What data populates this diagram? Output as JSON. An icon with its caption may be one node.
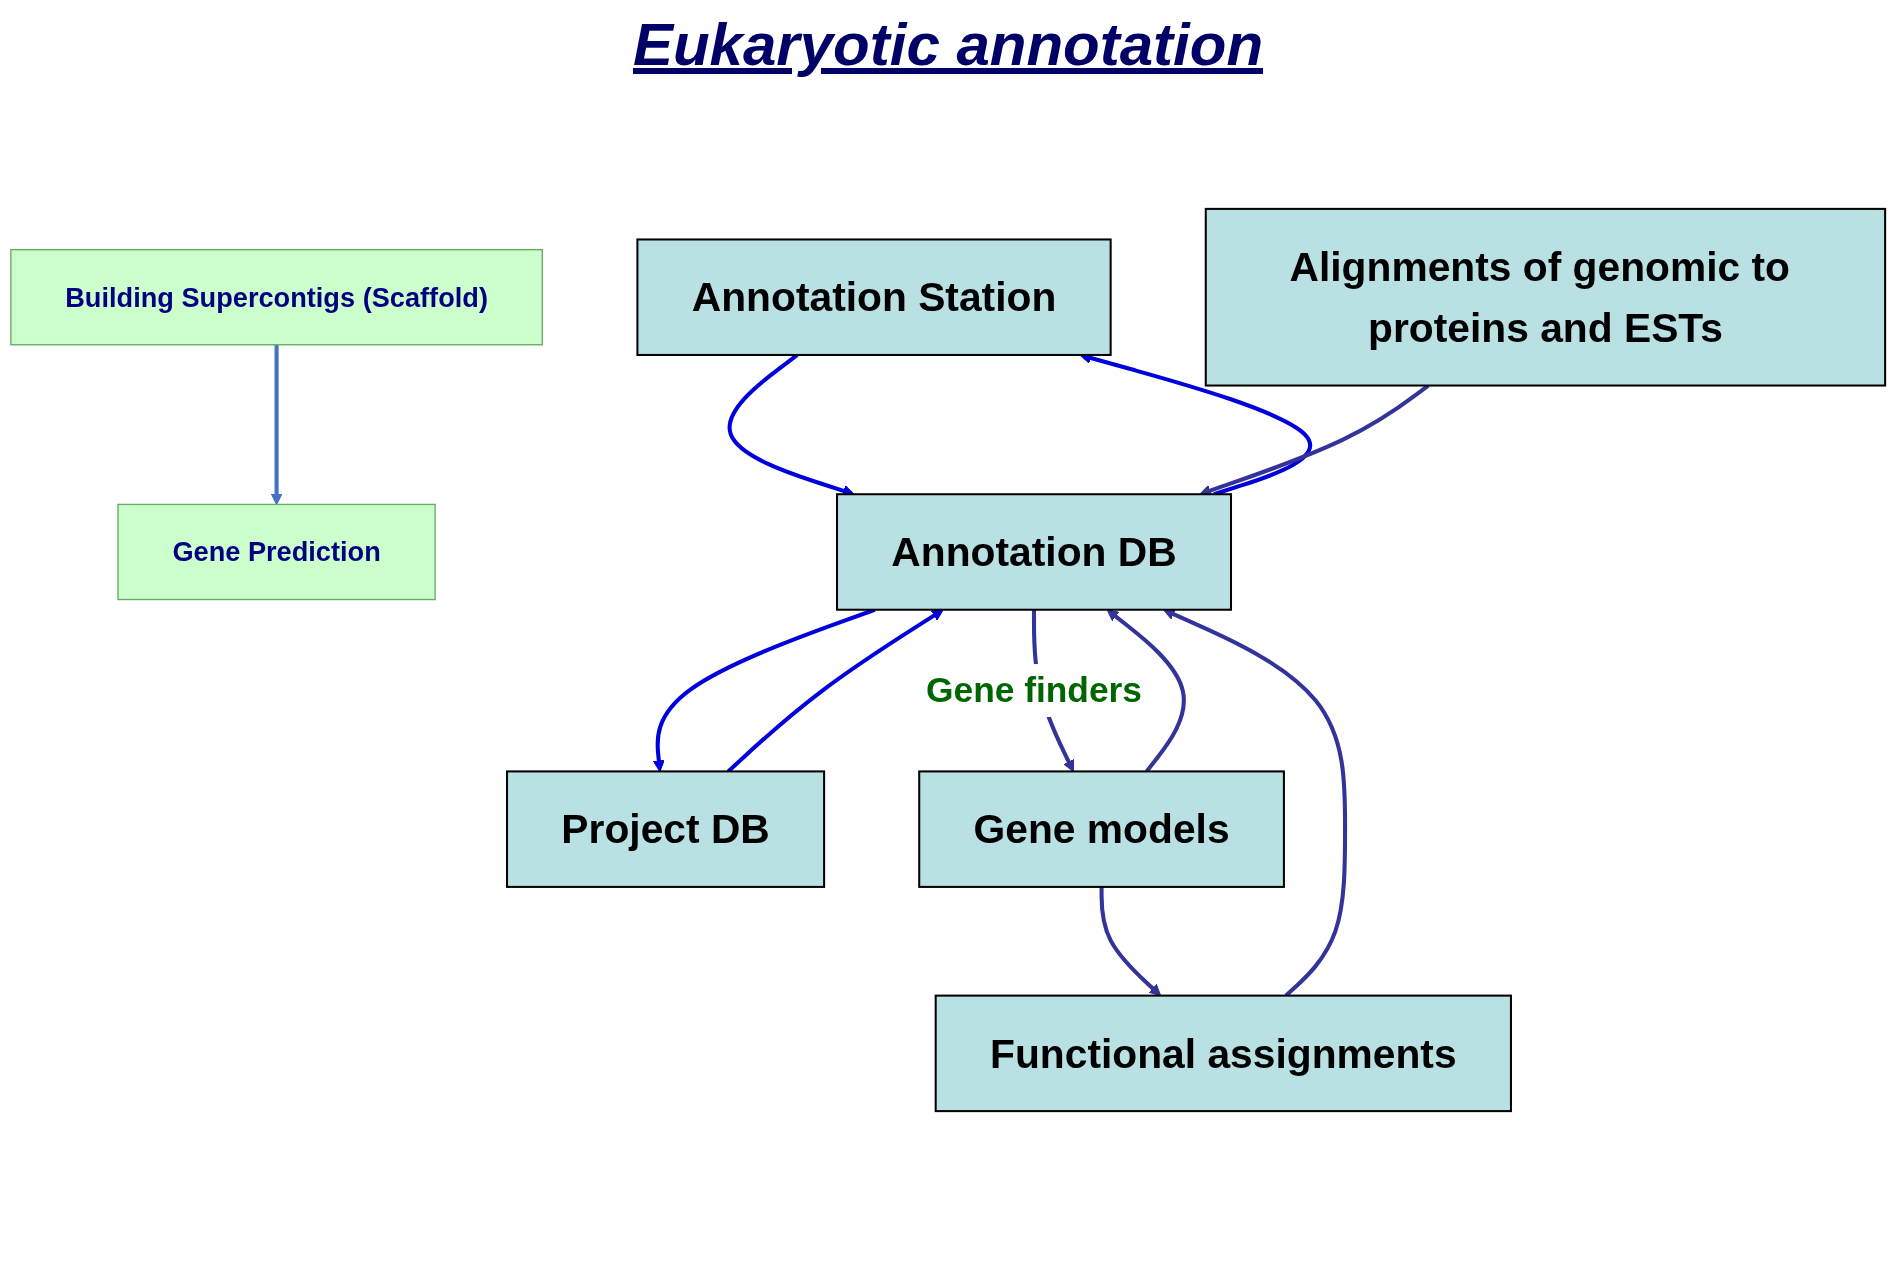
{
  "diagram": {
    "title": "Eukaryotic annotation",
    "nodes": [
      {
        "text": [
          "Building Supercontigs (Scaffold)"
        ]
      },
      {
        "text": [
          "Gene Prediction"
        ]
      },
      {
        "text": [
          "Annotation Station"
        ]
      },
      {
        "text": [
          "Project DB"
        ]
      },
      {
        "text": [
          "Annotation DB"
        ]
      },
      {
        "text": [
          "Alignments of genomic to proteins and ESTs"
        ]
      },
      {
        "text": [
          "Gene models"
        ]
      },
      {
        "text": [
          "Functional assignments"
        ]
      }
    ],
    "edges": [
      {
        "from": 0,
        "to": 1,
        "arrow": "to",
        "color": "#4472c4"
      },
      {
        "from": 2,
        "to": 4,
        "arrow": "to",
        "color": "#0000dd"
      },
      {
        "from": 4,
        "to": 2,
        "arrow": "to",
        "color": "#0000dd"
      },
      {
        "from": 4,
        "to": 3,
        "arrow": "to",
        "color": "#0000dd"
      },
      {
        "from": 3,
        "to": 4,
        "arrow": "to",
        "color": "#0000dd"
      },
      {
        "from": 5,
        "to": 4,
        "arrow": "to",
        "color": "#333399"
      },
      {
        "from": 4,
        "to": 6,
        "label": "Gene finders",
        "arrow": "to",
        "color": "#333399"
      },
      {
        "from": 6,
        "to": 7,
        "arrow": "to",
        "color": "#333399"
      },
      {
        "from": 6,
        "to": 4,
        "arrow": "to",
        "color": "#333399"
      },
      {
        "from": 7,
        "to": 4,
        "arrow": "to",
        "color": "#333399"
      }
    ]
  }
}
